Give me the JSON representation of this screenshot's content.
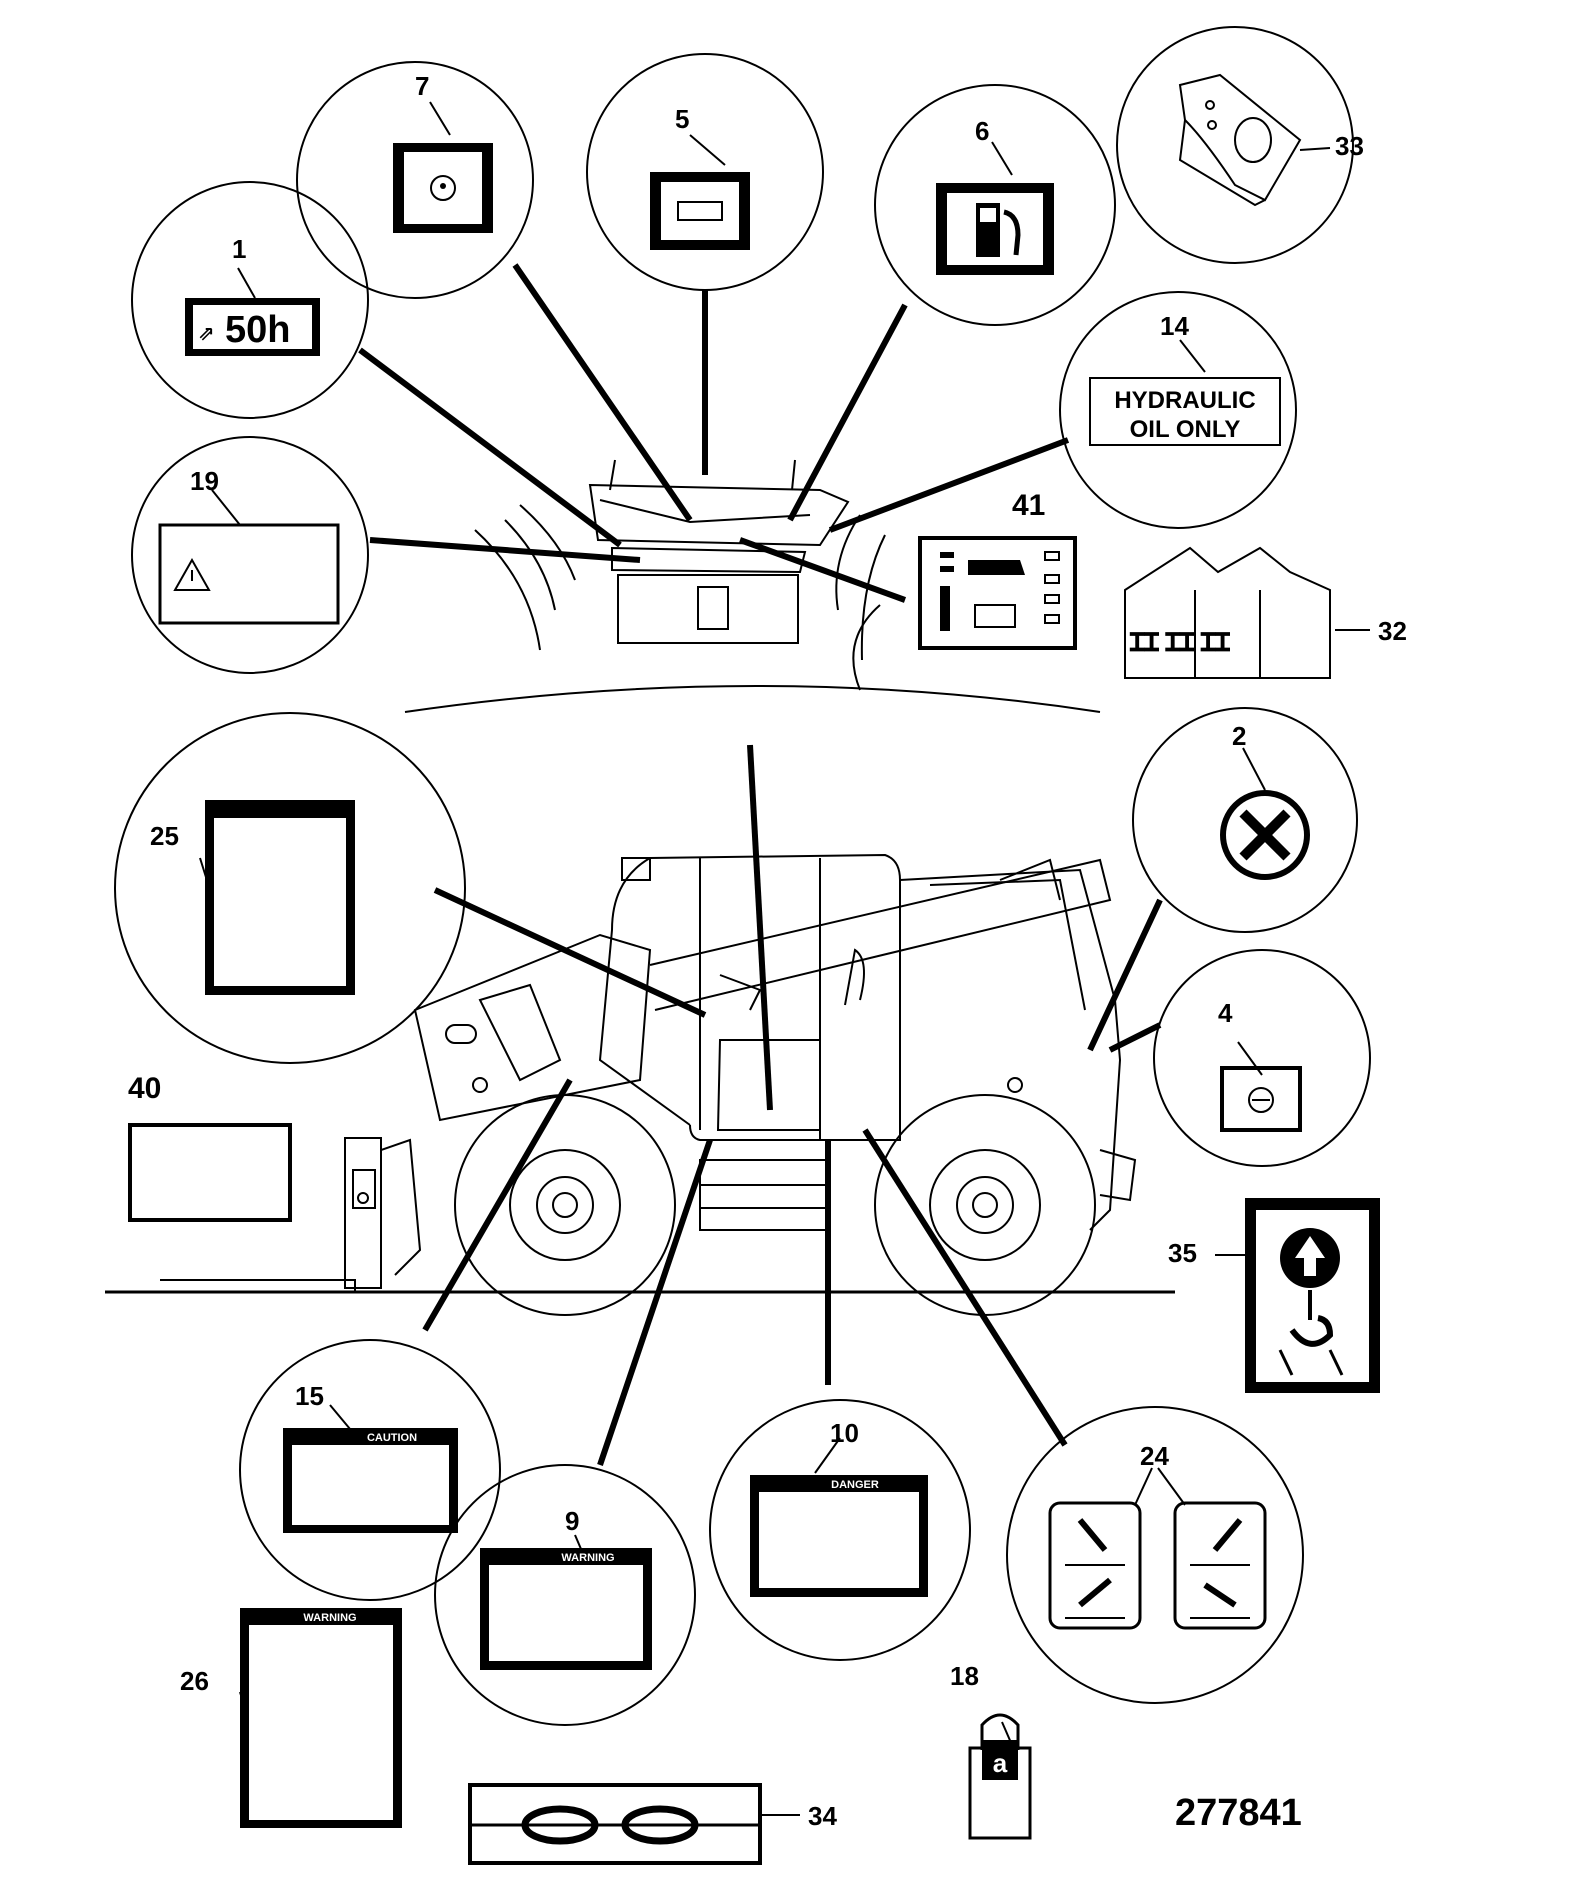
{
  "diagram": {
    "drawing_number": "277841",
    "callouts": {
      "c1": "1",
      "c2": "2",
      "c4": "4",
      "c5": "5",
      "c6": "6",
      "c7": "7",
      "c9": "9",
      "c10": "10",
      "c14": "14",
      "c15": "15",
      "c18": "18",
      "c19": "19",
      "c24": "24",
      "c25": "25",
      "c26": "26",
      "c32": "32",
      "c33": "33",
      "c34": "34",
      "c35": "35",
      "c40": "40",
      "c41": "41"
    },
    "decal_text": {
      "service_interval": "50h",
      "hydraulic_line1": "HYDRAULIC",
      "hydraulic_line2": "OIL ONLY",
      "caution": "CAUTION",
      "warning": "WARNING",
      "danger": "DANGER",
      "padlock_letter": "a"
    }
  }
}
